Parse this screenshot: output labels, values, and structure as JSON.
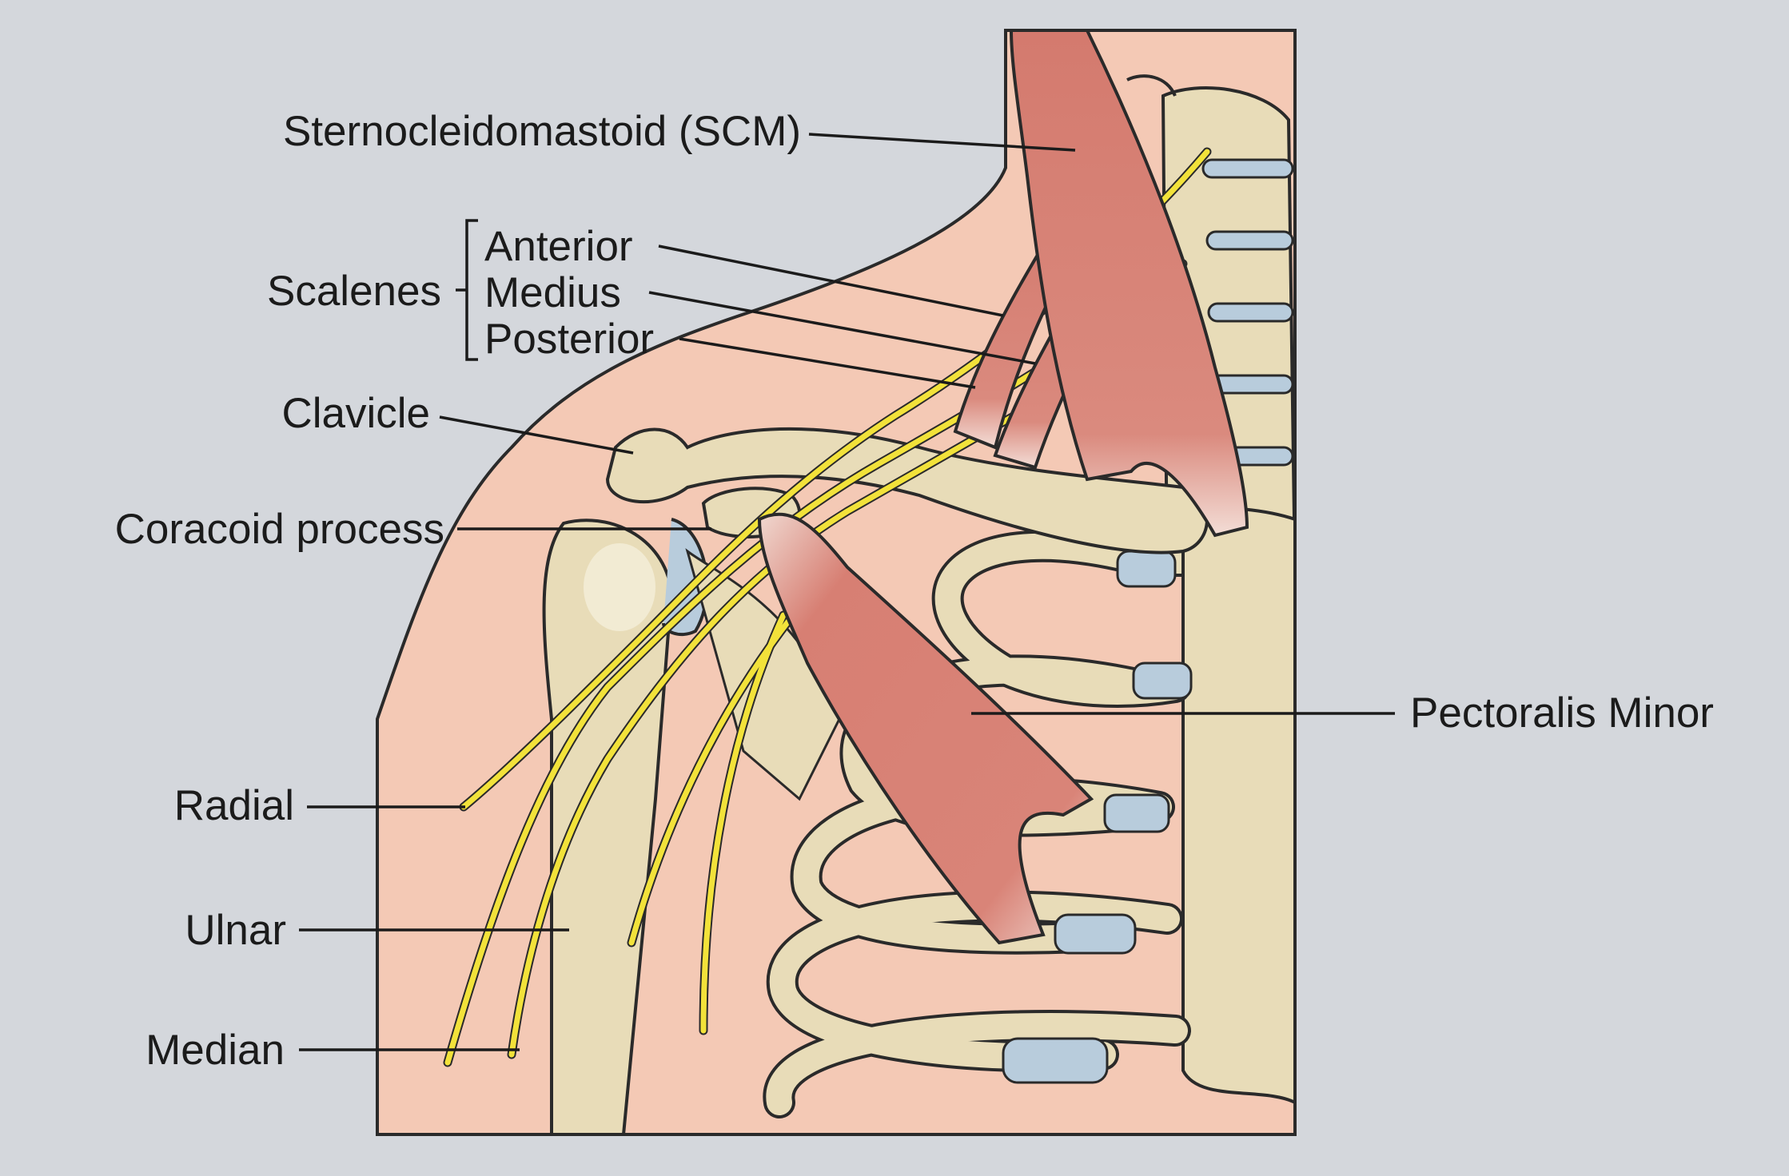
{
  "labels": {
    "scm": "Sternocleidomastoid (SCM)",
    "scalenes": "Scalenes",
    "anterior": "Anterior",
    "medius": "Medius",
    "posterior": "Posterior",
    "clavicle": "Clavicle",
    "coracoid": "Coracoid process",
    "pectoralis_minor": "Pectoralis Minor",
    "radial": "Radial",
    "ulnar": "Ulnar",
    "median": "Median"
  },
  "colors": {
    "background": "#d4d7dc",
    "skin": "#f4c9b5",
    "bone": "#e8dcb8",
    "cartilage": "#b8ccdc",
    "muscle": "#d9867a",
    "nerve": "#f2e23a",
    "outline": "#2a2a2a"
  }
}
